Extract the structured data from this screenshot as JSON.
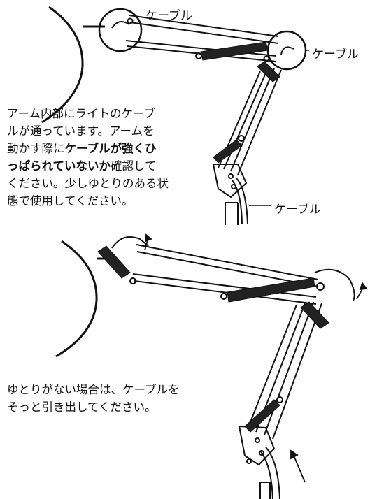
{
  "labels": {
    "cable_top": "ケーブル",
    "cable_right": "ケーブル",
    "cable_base": "ケーブル"
  },
  "instruction_top": {
    "line1": "アーム内部にライトのケーブ",
    "line2": "ルが通っています。アームを",
    "line3_a": "動かす際に",
    "line3_b": "ケーブルが強くひ",
    "line4_b": "っぱられていないか",
    "line4_c": "確認して",
    "line5": "ください。少しゆとりのある状",
    "line6": "態で使用してください。"
  },
  "instruction_bottom": {
    "line1": "ゆとりがない場合は、ケーブルを",
    "line2": "そっと引き出してください。"
  },
  "colors": {
    "line": "#111111",
    "spring": "#222222",
    "background": "#ffffff"
  }
}
